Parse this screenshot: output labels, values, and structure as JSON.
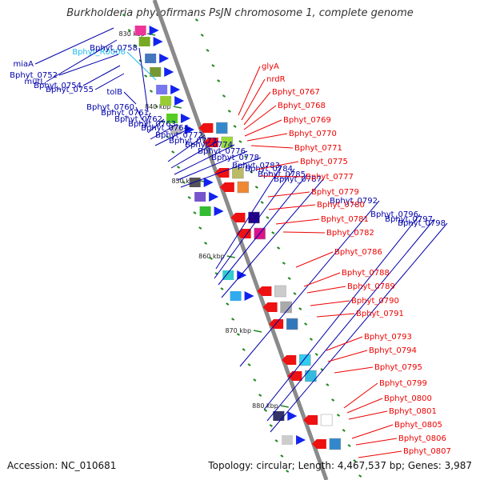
{
  "title": "Burkholderia phytofirmans PsJN chromosome 1, complete genome",
  "footer": {
    "accession": "Accession: NC_010681",
    "topology": "Topology: circular; Length: 4,467,537 bp; Genes: 3,987"
  },
  "colors": {
    "backbone": "#8a8a8a",
    "tick": "#228822",
    "left_label": "#0000aa",
    "left_label_rna": "#22bbee",
    "right_label": "#ee0000"
  },
  "scale_marks": [
    "830 kbp",
    "840 kbp",
    "850 kbp",
    "860 kbp",
    "870 kbp",
    "880 kbp"
  ],
  "left_genes": [
    {
      "label": "miaA"
    },
    {
      "label": "mutL"
    },
    {
      "label": "Bphyt_0752"
    },
    {
      "label": "Bphyt_0754"
    },
    {
      "label": "Bphyt_0755"
    },
    {
      "label": "Bphyt_R0006",
      "type": "rna"
    },
    {
      "label": "tolB"
    },
    {
      "label": "Bphyt_0758"
    },
    {
      "label": "Bphyt_0760"
    },
    {
      "label": "Bphyt_0761"
    },
    {
      "label": "Bphyt_0762"
    },
    {
      "label": "Bphyt_0763"
    },
    {
      "label": "Bphyt_0764"
    },
    {
      "label": "Bphyt_0772"
    },
    {
      "label": "Bphyt_0773"
    },
    {
      "label": "Bphyt_0774"
    },
    {
      "label": "Bphyt_0776"
    },
    {
      "label": "Bphyt_0778"
    },
    {
      "label": "Bphyt_0783"
    },
    {
      "label": "Bphyt_0784"
    },
    {
      "label": "Bphyt_0785"
    },
    {
      "label": "Bphyt_0787"
    },
    {
      "label": "Bphyt_0792"
    },
    {
      "label": "Bphyt_0796"
    },
    {
      "label": "Bphyt_0797"
    },
    {
      "label": "Bphyt_0798"
    }
  ],
  "right_genes": [
    {
      "label": "glyA"
    },
    {
      "label": "nrdR"
    },
    {
      "label": "Bphyt_0767"
    },
    {
      "label": "Bphyt_0768"
    },
    {
      "label": "Bphyt_0769"
    },
    {
      "label": "Bphyt_0770"
    },
    {
      "label": "Bphyt_0771"
    },
    {
      "label": "Bphyt_0775"
    },
    {
      "label": "Bphyt_0777"
    },
    {
      "label": "Bphyt_0779"
    },
    {
      "label": "Bphyt_0780"
    },
    {
      "label": "Bphyt_0781"
    },
    {
      "label": "Bphyt_0782"
    },
    {
      "label": "Bphyt_0786"
    },
    {
      "label": "Bphyt_0788"
    },
    {
      "label": "Bphyt_0789"
    },
    {
      "label": "Bphyt_0790"
    },
    {
      "label": "Bphyt_0791"
    },
    {
      "label": "Bphyt_0793"
    },
    {
      "label": "Bphyt_0794"
    },
    {
      "label": "Bphyt_0795"
    },
    {
      "label": "Bphyt_0799"
    },
    {
      "label": "Bphyt_0800"
    },
    {
      "label": "Bphyt_0801"
    },
    {
      "label": "Bphyt_0805"
    },
    {
      "label": "Bphyt_0806"
    },
    {
      "label": "Bphyt_0807"
    }
  ]
}
